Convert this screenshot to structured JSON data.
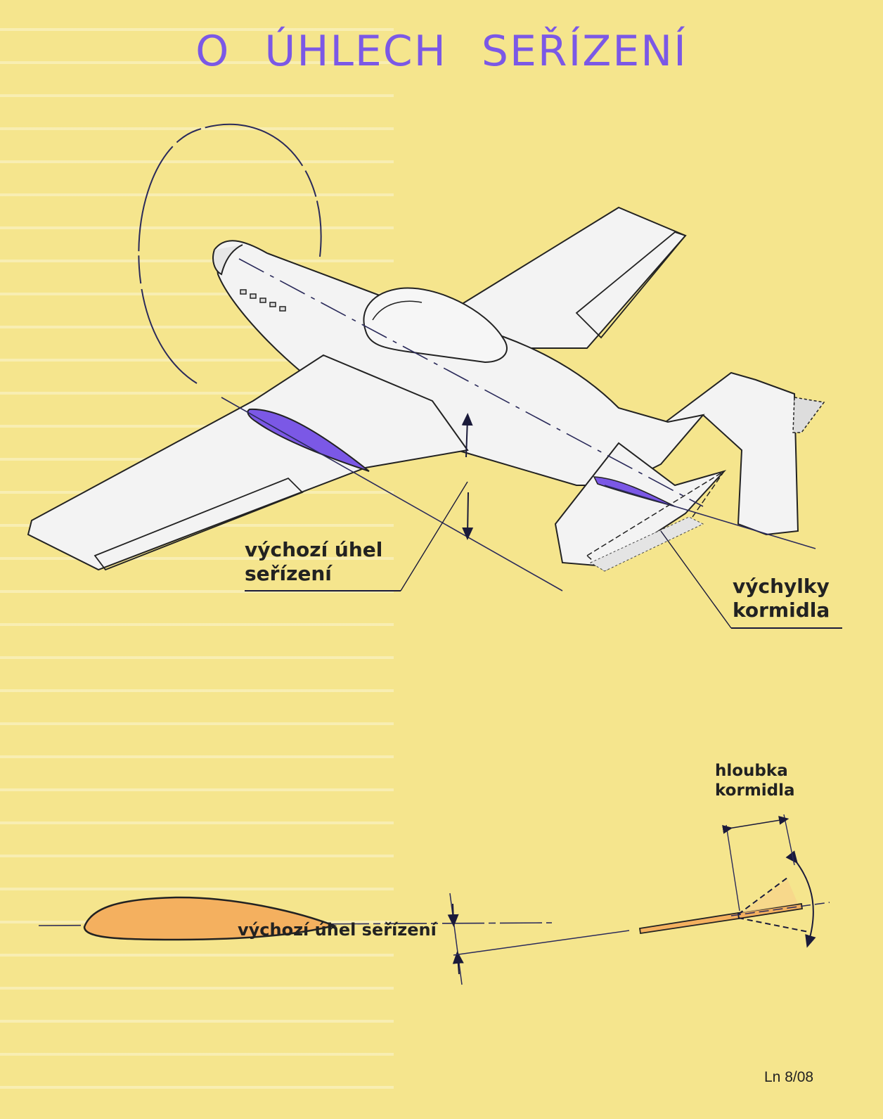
{
  "title": "O  ÚHLECH  SEŘÍZENÍ",
  "labels": {
    "initial_angle_line1": "výchozí úhel",
    "initial_angle_line2": "seřízení",
    "rudder_deflection_line1": "výchylky",
    "rudder_deflection_line2": "kormidla",
    "rudder_depth_line1": "hloubka",
    "rudder_depth_line2": "kormidla",
    "initial_angle_bottom": "výchozí úhel seřízení"
  },
  "footer": "Ln 8/08",
  "colors": {
    "background": "#f5e58d",
    "title": "#7b58e6",
    "wing_profile_fill": "#7b58e6",
    "airfoil_fill": "#f4b05f",
    "line": "#2a2a5a"
  }
}
